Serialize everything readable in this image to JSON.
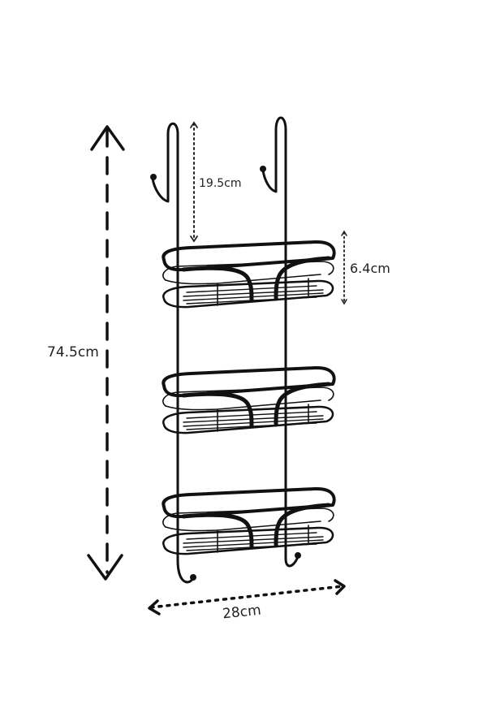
{
  "dimensions": {
    "total_height": "74.5cm",
    "hook_height": "19.5cm",
    "basket_depth": "6.4cm",
    "width": "28cm"
  },
  "colors": {
    "metal": "#111111",
    "annotation": "#222222",
    "background": "#ffffff"
  }
}
